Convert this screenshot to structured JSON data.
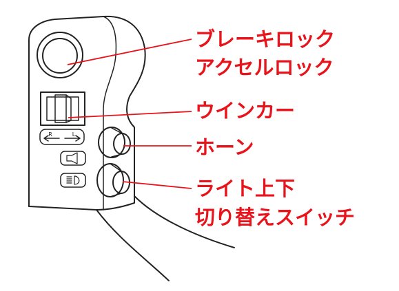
{
  "labels": {
    "brake_lock": "ブレーキロック",
    "accel_lock": "アクセルロック",
    "winker": "ウインカー",
    "horn": "ホーン",
    "light_switch_1": "ライト上下",
    "light_switch_2": "切り替えスイッチ"
  },
  "switch_marks": {
    "right": "R",
    "left": "L"
  },
  "colors": {
    "label": "#e8141c",
    "leader_line": "#e8141c",
    "drawing": "#222222",
    "background": "#ffffff"
  }
}
